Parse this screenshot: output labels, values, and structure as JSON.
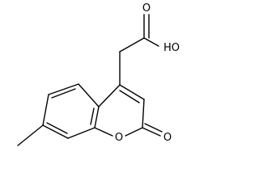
{
  "molecule": {
    "atom_labels": {
      "hydroxyl_label": "HO",
      "acid_carbonyl_oxygen": "O",
      "ring_oxygen": "O",
      "lactone_carbonyl_oxygen": "O"
    }
  }
}
